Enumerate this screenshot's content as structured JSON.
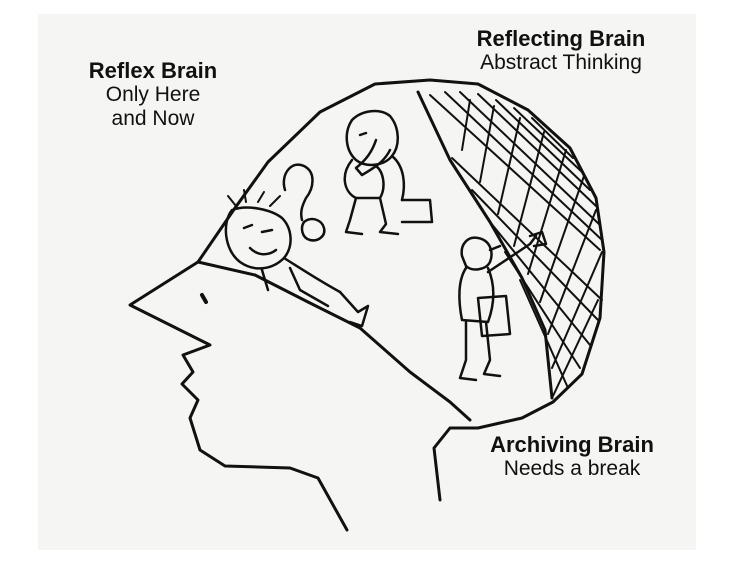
{
  "labels": {
    "reflex": {
      "title": "Reflex Brain",
      "line1": "Only Here",
      "line2": "and Now"
    },
    "reflecting": {
      "title": "Reflecting Brain",
      "subtitle": "Abstract Thinking"
    },
    "archiving": {
      "title": "Archiving Brain",
      "subtitle": "Needs a break"
    }
  },
  "icons": {
    "head": "head-profile-outline",
    "caveman": "caveman-with-club-figure",
    "thinker": "seated-thinker-figure",
    "archivist": "figure-filing-on-shelf",
    "shelf": "filing-shelf-grid"
  }
}
